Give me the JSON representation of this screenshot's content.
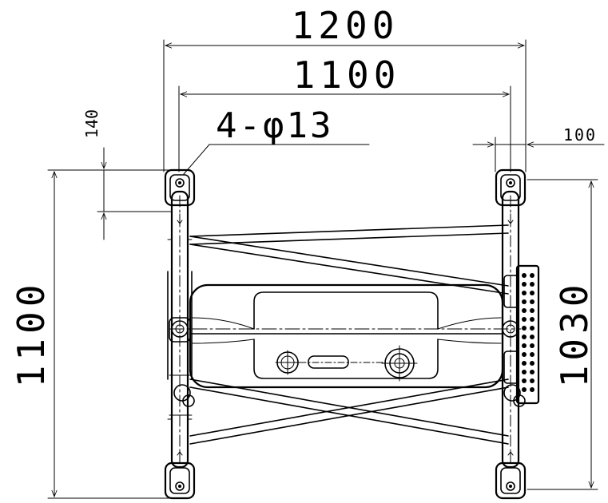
{
  "dimensions": {
    "overall_width": "1200",
    "inner_width": "1100",
    "holes": "4-φ13",
    "corner_offset_vertical": "140",
    "corner_offset_horizontal": "100",
    "overall_height": "1100",
    "inner_height": "1030"
  },
  "colors": {
    "line": "#000000",
    "background": "#ffffff"
  }
}
